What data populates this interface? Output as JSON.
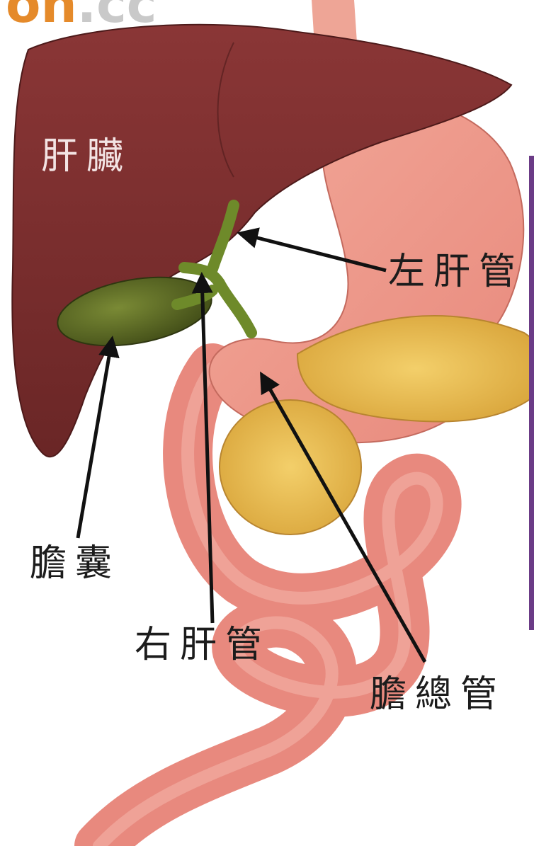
{
  "watermark": {
    "part_a": "on",
    "part_b": ".cc"
  },
  "labels": {
    "liver": "肝臟",
    "left_hepatic_duct": "左肝管",
    "gallbladder": "膽囊",
    "right_hepatic_duct": "右肝管",
    "common_bile_duct": "膽總管"
  },
  "colors": {
    "liver": "#7a2e2e",
    "gallbladder": "#5d6b25",
    "stomach": "#ec9a8c",
    "pancreas": "#e9bf57",
    "intestine": "#e8897e",
    "arrow": "#111111",
    "edge_bar": "#6b3b86"
  }
}
